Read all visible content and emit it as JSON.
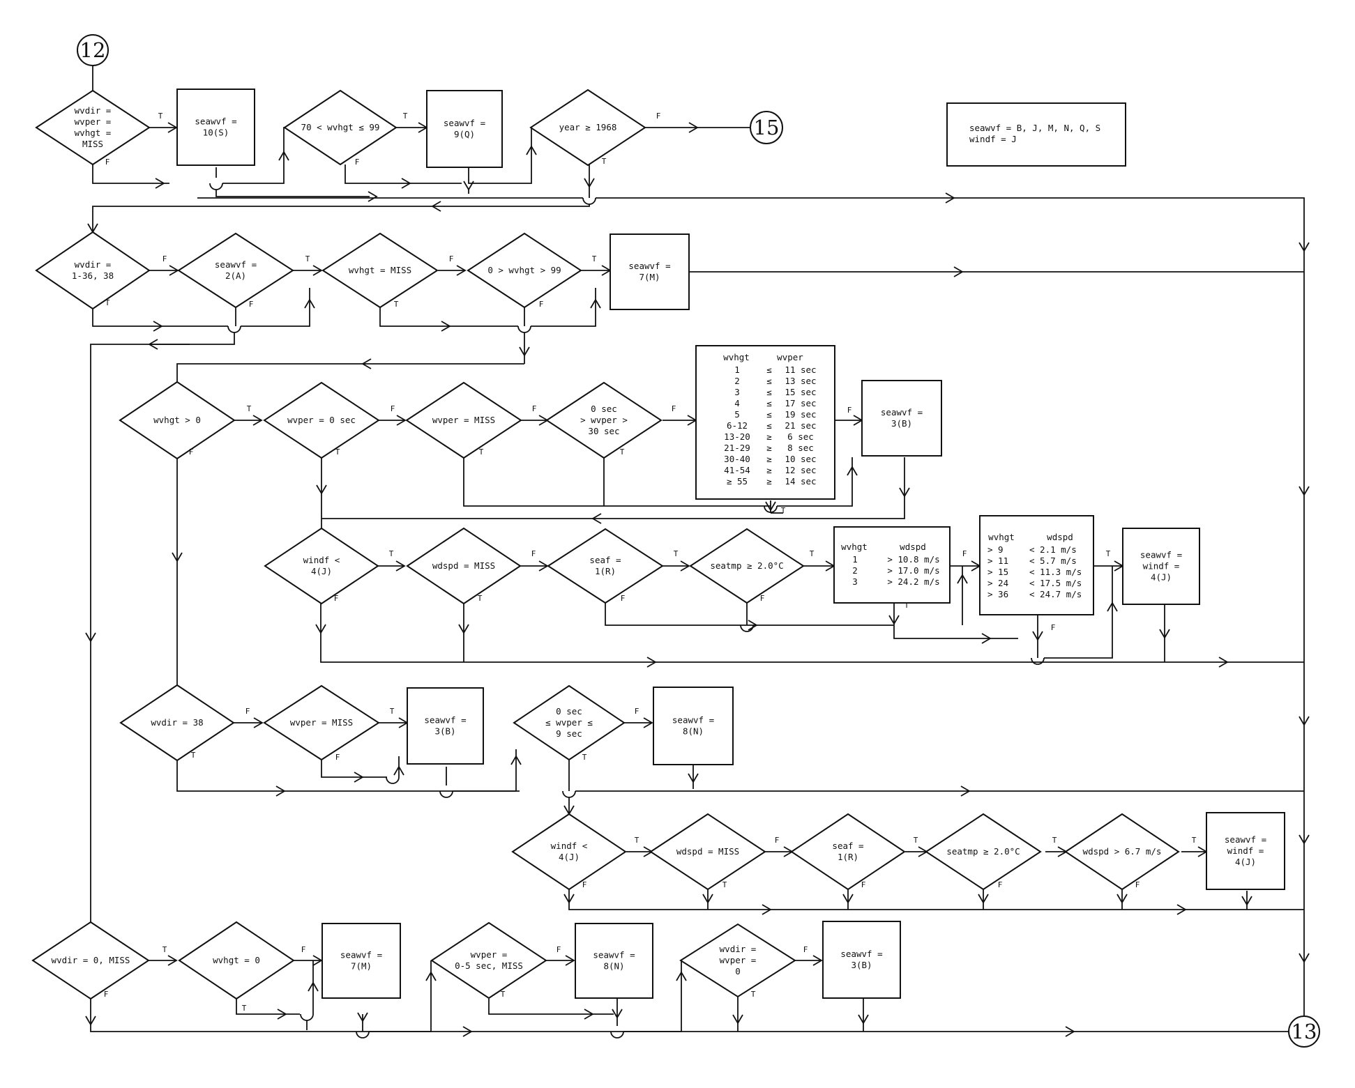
{
  "connectors": {
    "c12": "12",
    "c15": "15",
    "c13": "13"
  },
  "legend": {
    "line1": "seawvf = B, J, M, N, Q, S",
    "line2": "windf  = J"
  },
  "tf": {
    "t": "T",
    "f": "F"
  },
  "row1": {
    "d1": [
      "wvdir =",
      "wvper =",
      "wvhgt =",
      "MISS"
    ],
    "b1": [
      "seawvf =",
      "10(S)"
    ],
    "d2": [
      "70 < wvhgt ≤ 99"
    ],
    "b2": [
      "seawvf =",
      "9(Q)"
    ],
    "d3": [
      "year ≥ 1968"
    ]
  },
  "row2": {
    "d1": [
      "wvdir =",
      "1-36, 38"
    ],
    "d2": [
      "seawvf =",
      "2(A)"
    ],
    "d3": [
      "wvhgt = MISS"
    ],
    "d4": [
      "0 > wvhgt > 99"
    ],
    "b1": [
      "seawvf =",
      "7(M)"
    ]
  },
  "row3": {
    "d1": [
      "wvhgt > 0"
    ],
    "d2": [
      "wvper = 0 sec"
    ],
    "d3": [
      "wvper = MISS"
    ],
    "d4": [
      "0 sec",
      "> wvper >",
      "30 sec"
    ],
    "table": {
      "headers": [
        "wvhgt",
        "wvper"
      ],
      "rows": [
        [
          "1",
          "≤",
          "11 sec"
        ],
        [
          "2",
          "≤",
          "13 sec"
        ],
        [
          "3",
          "≤",
          "15 sec"
        ],
        [
          "4",
          "≤",
          "17 sec"
        ],
        [
          "5",
          "≤",
          "19 sec"
        ],
        [
          "6-12",
          "≤",
          "21 sec"
        ],
        [
          "13-20",
          "≥",
          "6 sec"
        ],
        [
          "21-29",
          "≥",
          "8 sec"
        ],
        [
          "30-40",
          "≥",
          "10 sec"
        ],
        [
          "41-54",
          "≥",
          "12 sec"
        ],
        [
          "≥ 55",
          "≥",
          "14 sec"
        ]
      ]
    },
    "b1": [
      "seawvf =",
      "3(B)"
    ]
  },
  "row4": {
    "d1": [
      "windf <",
      "4(J)"
    ],
    "d2": [
      "wdspd = MISS"
    ],
    "d3": [
      "seaf =",
      "1(R)"
    ],
    "d4": [
      "seatmp ≥ 2.0°C"
    ],
    "table1": {
      "headers": [
        "wvhgt",
        "wdspd"
      ],
      "rows": [
        [
          "1",
          "> 10.8 m/s"
        ],
        [
          "2",
          "> 17.0 m/s"
        ],
        [
          "3",
          "> 24.2 m/s"
        ]
      ]
    },
    "table2": {
      "headers": [
        "wvhgt",
        "wdspd"
      ],
      "rows": [
        [
          "> 9",
          "<  2.1 m/s"
        ],
        [
          "> 11",
          "<  5.7 m/s"
        ],
        [
          "> 15",
          "< 11.3 m/s"
        ],
        [
          "> 24",
          "< 17.5 m/s"
        ],
        [
          "> 36",
          "< 24.7 m/s"
        ]
      ]
    },
    "b1": [
      "seawvf =",
      "windf =",
      "4(J)"
    ]
  },
  "row5": {
    "d1": [
      "wvdir = 38"
    ],
    "d2": [
      "wvper = MISS"
    ],
    "b1": [
      "seawvf =",
      "3(B)"
    ],
    "d3": [
      "0 sec",
      "≤ wvper ≤",
      "9 sec"
    ],
    "b2": [
      "seawvf =",
      "8(N)"
    ]
  },
  "row6": {
    "d1": [
      "windf <",
      "4(J)"
    ],
    "d2": [
      "wdspd = MISS"
    ],
    "d3": [
      "seaf =",
      "1(R)"
    ],
    "d4": [
      "seatmp ≥ 2.0°C"
    ],
    "d5": [
      "wdspd > 6.7 m/s"
    ],
    "b1": [
      "seawvf =",
      "windf =",
      "4(J)"
    ]
  },
  "row7": {
    "d1": [
      "wvdir = 0, MISS"
    ],
    "d2": [
      "wvhgt = 0"
    ],
    "b1": [
      "seawvf =",
      "7(M)"
    ],
    "d3": [
      "wvper =",
      "0-5 sec, MISS"
    ],
    "b2": [
      "seawvf =",
      "8(N)"
    ],
    "d4": [
      "wvdir =",
      "wvper =",
      "0"
    ],
    "b3": [
      "seawvf =",
      "3(B)"
    ]
  }
}
